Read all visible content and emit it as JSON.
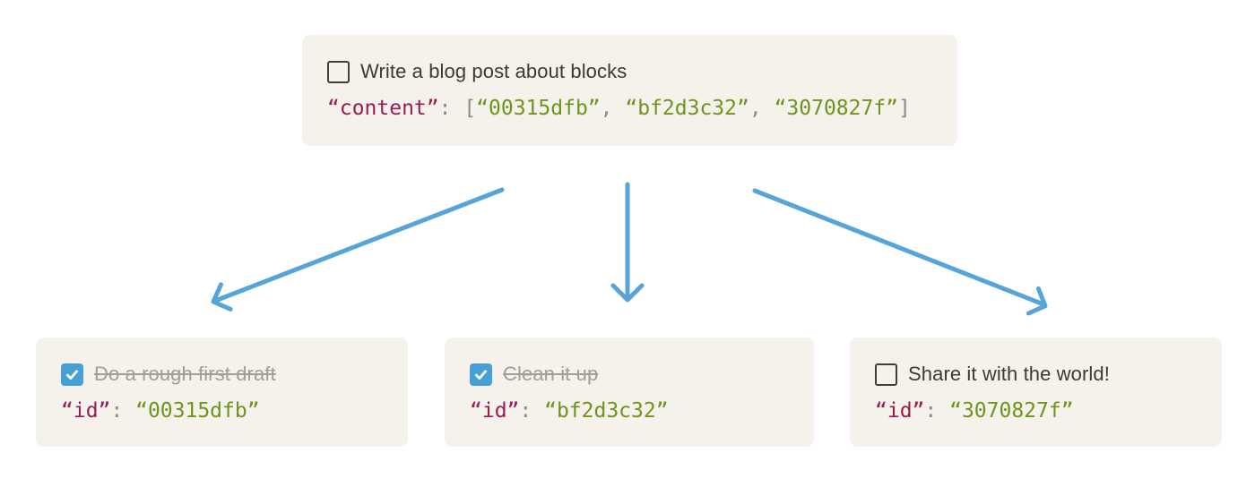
{
  "parent_block": {
    "task_label": "Write a blog post about blocks",
    "checked": false,
    "code": {
      "key": "“content”",
      "colon": ": ",
      "open_bracket": "[",
      "ids": [
        "“00315dfb”",
        "“bf2d3c32”",
        "“3070827f”"
      ],
      "comma": ", ",
      "close_bracket": "]"
    }
  },
  "child_blocks": [
    {
      "task_label": "Do a rough first draft",
      "checked": true,
      "code": {
        "key": "“id”",
        "colon": ": ",
        "value": "“00315dfb”"
      }
    },
    {
      "task_label": "Clean it up",
      "checked": true,
      "code": {
        "key": "“id”",
        "colon": ": ",
        "value": "“bf2d3c32”"
      }
    },
    {
      "task_label": "Share it with the world!",
      "checked": false,
      "code": {
        "key": "“id”",
        "colon": ": ",
        "value": "“3070827f”"
      }
    }
  ],
  "colors": {
    "card_background": "#f5f1eb",
    "task_text": "#3b3a35",
    "completed_task_text": "#a09e99",
    "code_key": "#9b1b56",
    "code_string": "#6f941e",
    "code_punctuation": "#8b8b88",
    "arrow": "#57a4d9",
    "checkbox_checked_fill": "#47a0d3",
    "checkbox_border": "#3f3e3a",
    "checkmark": "#ffffff"
  }
}
